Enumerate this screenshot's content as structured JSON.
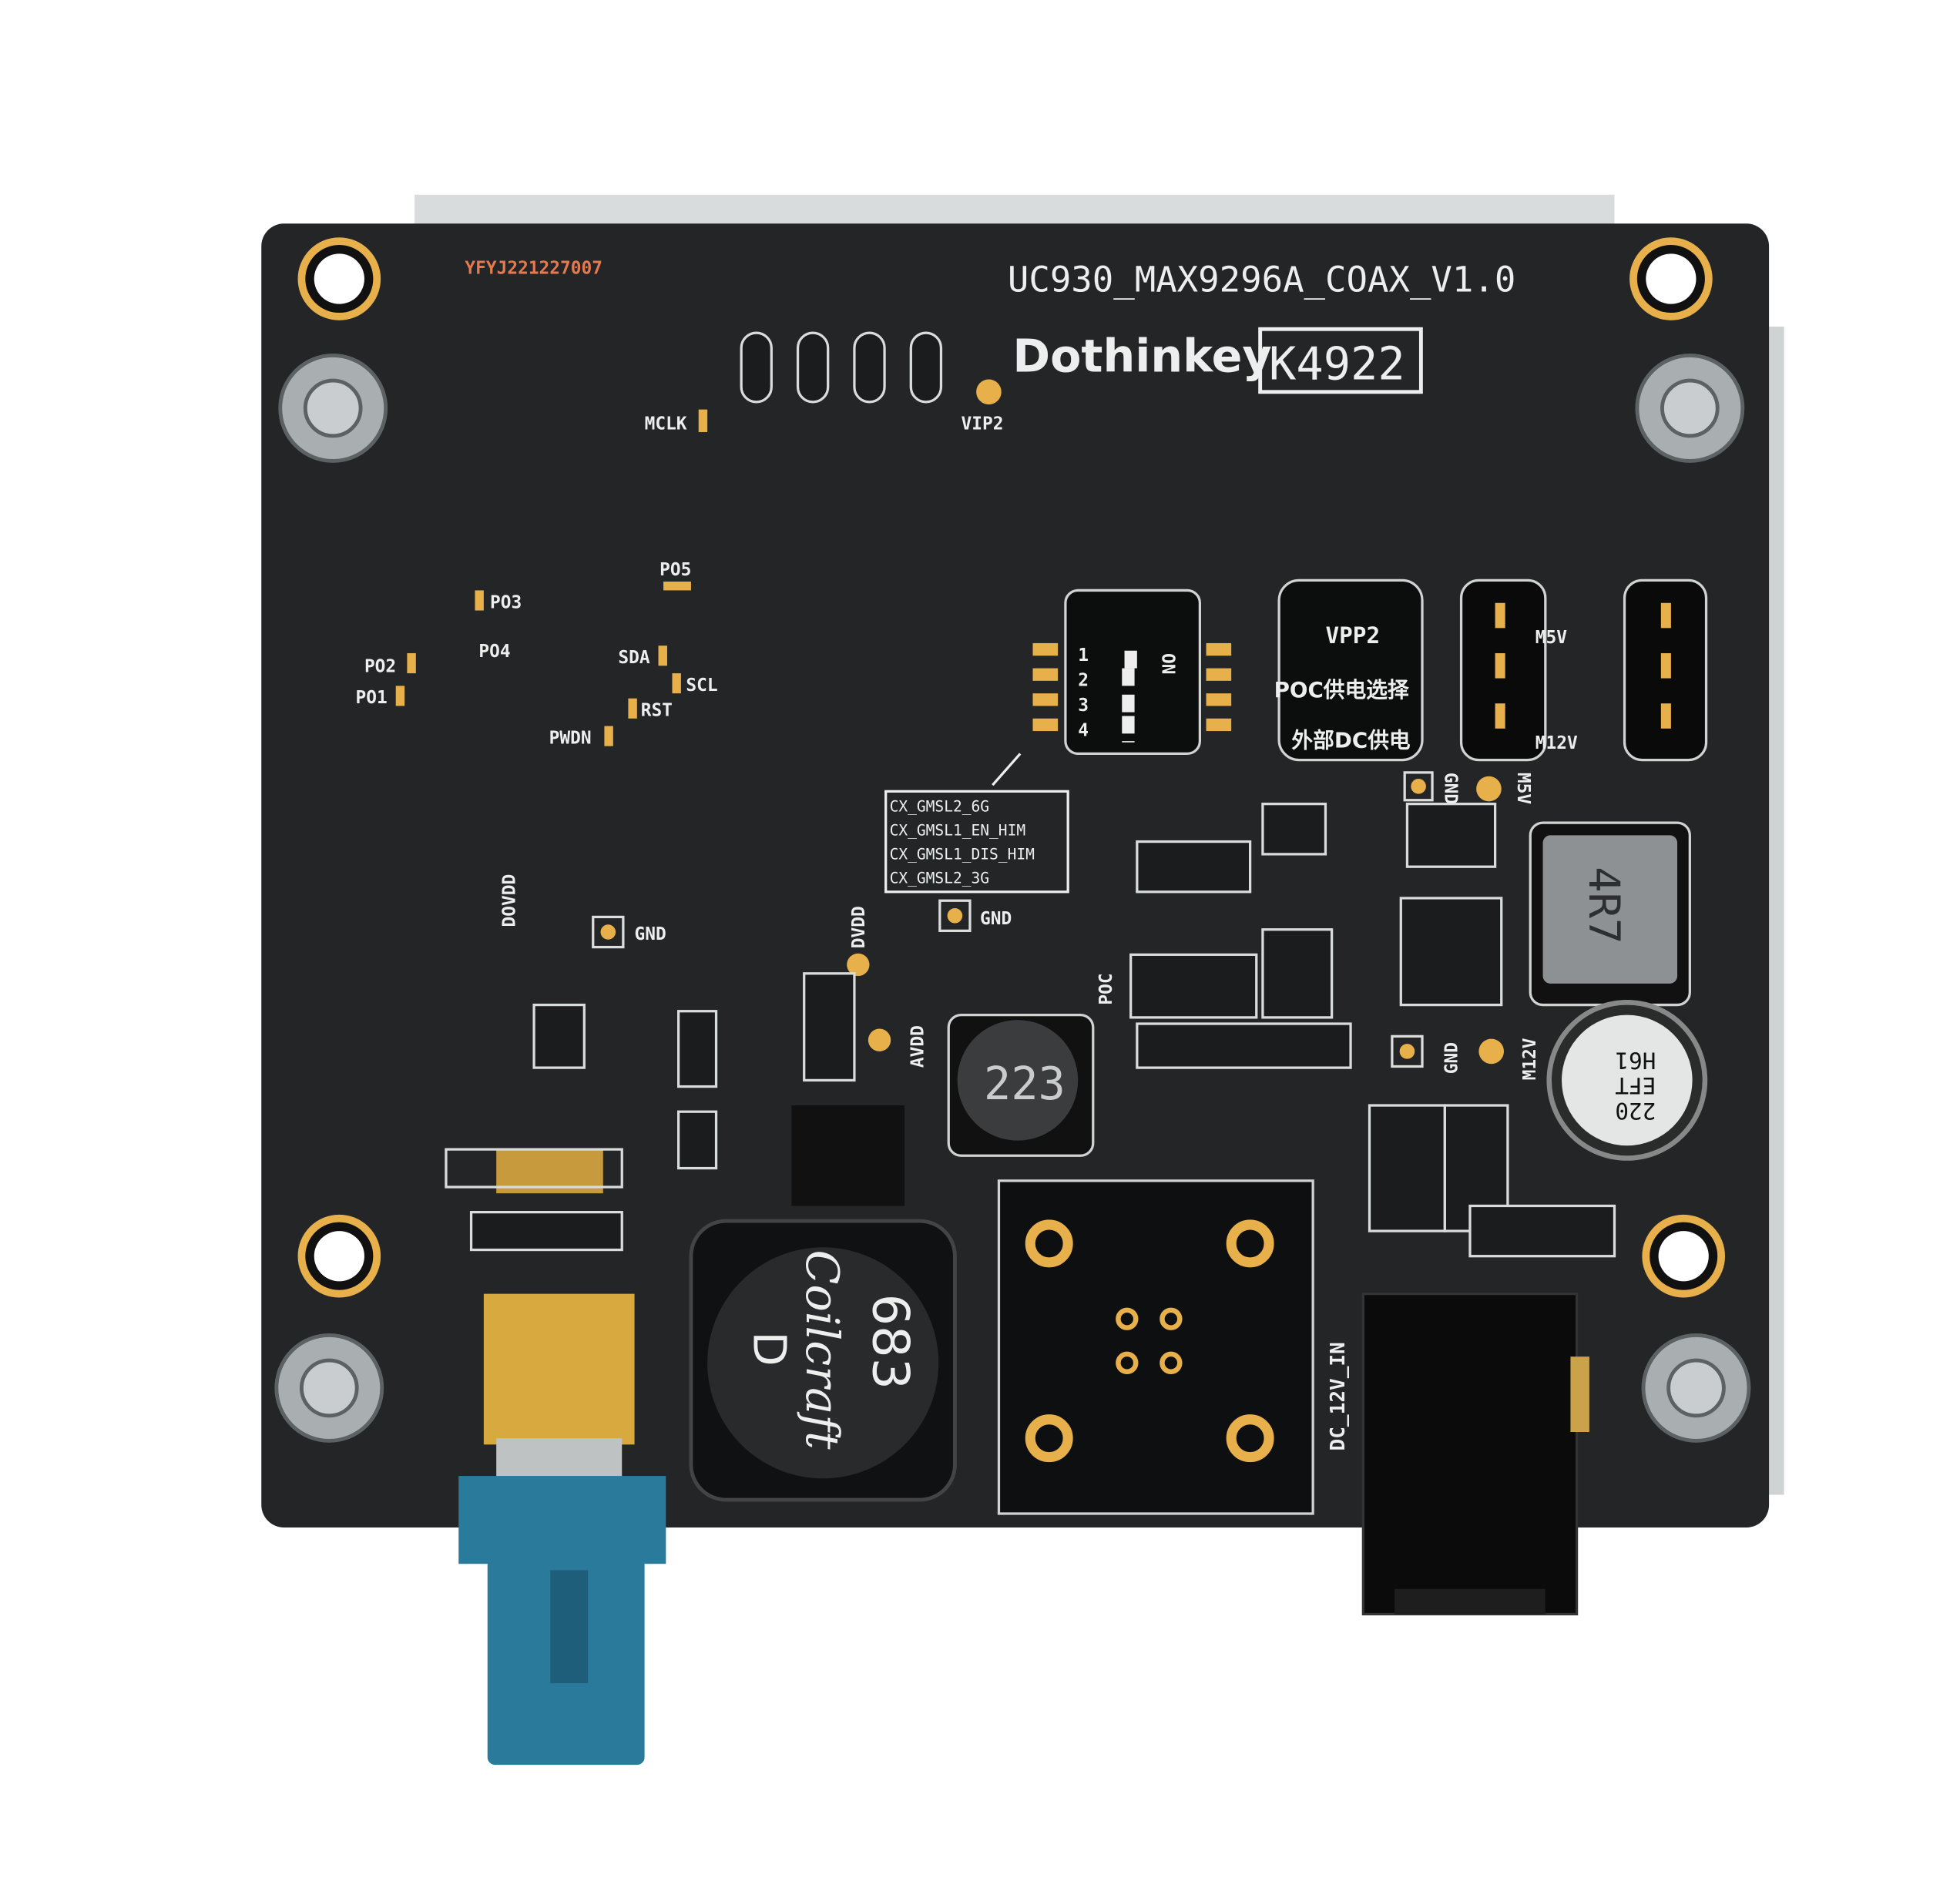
{
  "board": {
    "serial": "YFYJ221227007",
    "model": "UC930_MAX9296A_COAX_V1.0",
    "brand": "Dothinkey",
    "code": "K4922"
  },
  "labels": {
    "mclk": "MCLK",
    "vip2": "VIP2",
    "po5": "PO5",
    "po3": "PO3",
    "po4": "PO4",
    "po2": "PO2",
    "po1": "PO1",
    "sda": "SDA",
    "scl": "SCL",
    "rst": "RST",
    "pwdn": "PWDN",
    "dovdd": "DOVDD",
    "gnd_left": "GND",
    "dvdd": "DVDD",
    "avdd": "AVDD",
    "gnd_mid": "GND",
    "poc": "POC",
    "gnd_right1": "GND",
    "m5v_pad": "M5V",
    "gnd_right2": "GND",
    "m12v_pad": "M12V",
    "dc_in": "DC_12V_IN"
  },
  "dip_switch": {
    "on": "ON",
    "numbers": [
      "1",
      "2",
      "3",
      "4"
    ],
    "modes": [
      "CX_GMSL2_6G",
      "CX_GMSL1_EN_HIM",
      "CX_GMSL1_DIS_HIM",
      "CX_GMSL2_3G"
    ]
  },
  "power_select": {
    "title": "VPP2",
    "option1": "POC供电选择",
    "option2": "外部DC供电",
    "m5v": "M5V",
    "m12v": "M12V"
  },
  "components": {
    "inductor_small": "223",
    "inductor_large_value": "683",
    "inductor_large_brand": "Coilcraft",
    "inductor_large_grade": "D",
    "inductor_square": "4R7",
    "capacitor": [
      "220",
      "EFT",
      "H61"
    ]
  },
  "colors": {
    "pcb": "#232526",
    "gold": "#e8b04a",
    "fakra_blue": "#2a7a9c",
    "silkscreen": "#ecefee"
  }
}
